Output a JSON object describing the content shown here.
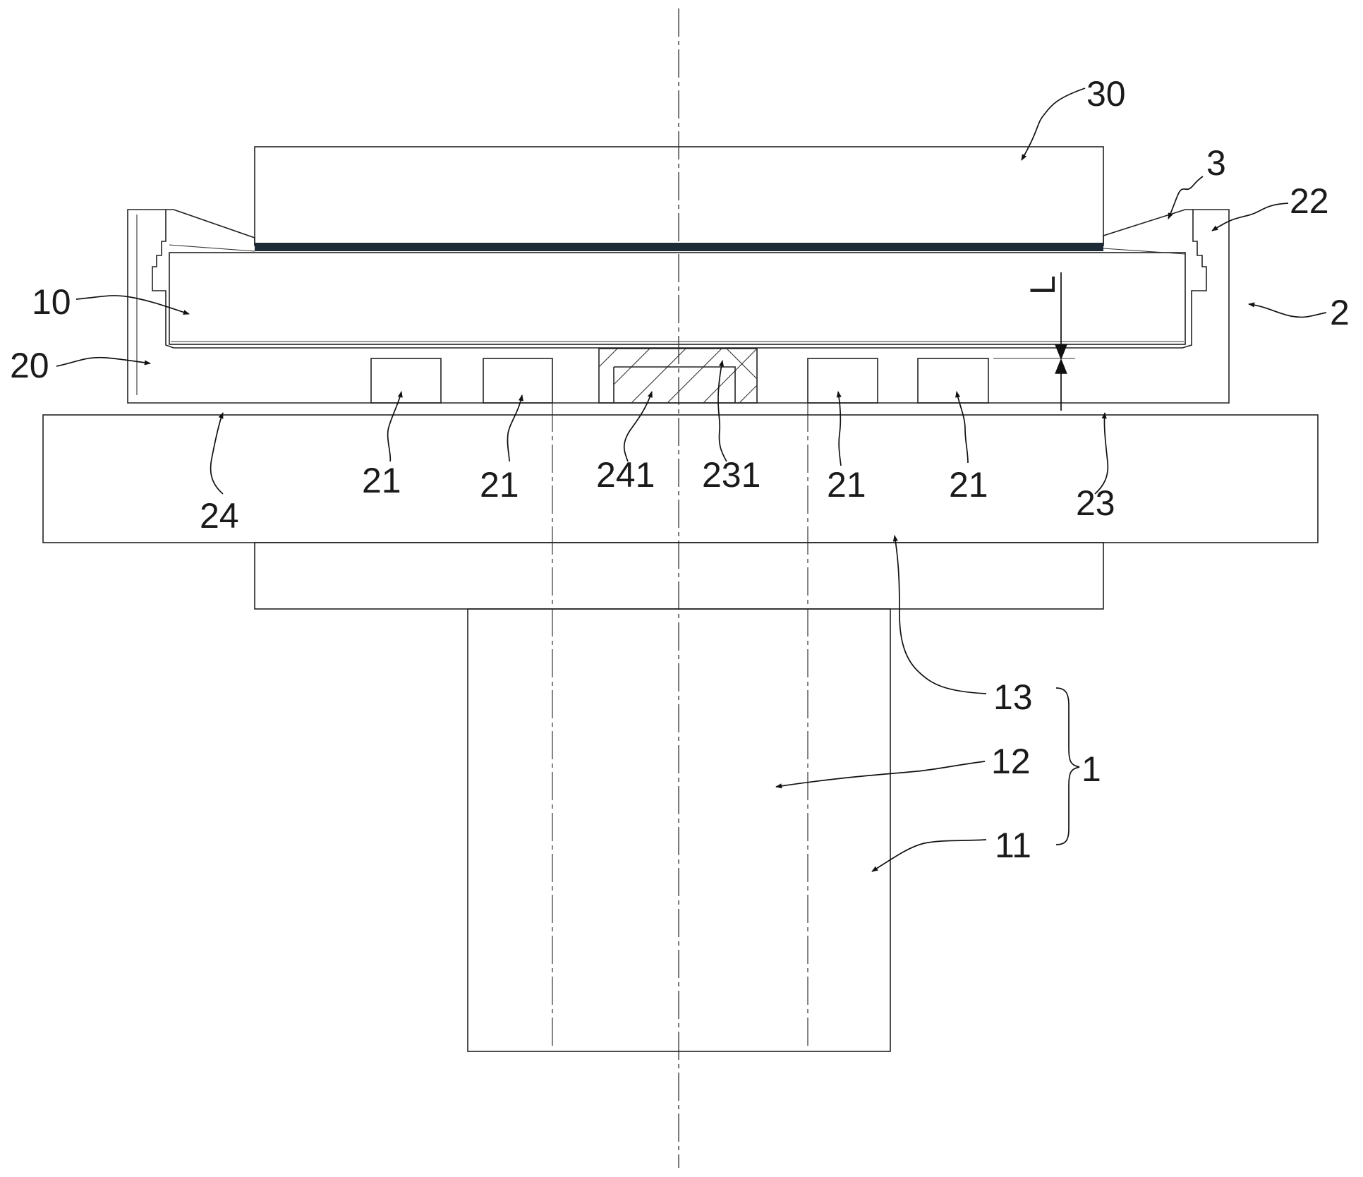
{
  "labels": {
    "l30": "30",
    "l3": "3",
    "l22": "22",
    "l10": "10",
    "lL": "L",
    "l2": "2",
    "l20": "20",
    "l21a": "21",
    "l21b": "21",
    "l241": "241",
    "l231": "231",
    "l21c": "21",
    "l21d": "21",
    "l24": "24",
    "l23": "23",
    "l13": "13",
    "l12": "12",
    "l1": "1",
    "l11": "11"
  },
  "colors": {
    "line": "#222222",
    "thick_layer": "#1e2a35",
    "background": "#ffffff"
  }
}
